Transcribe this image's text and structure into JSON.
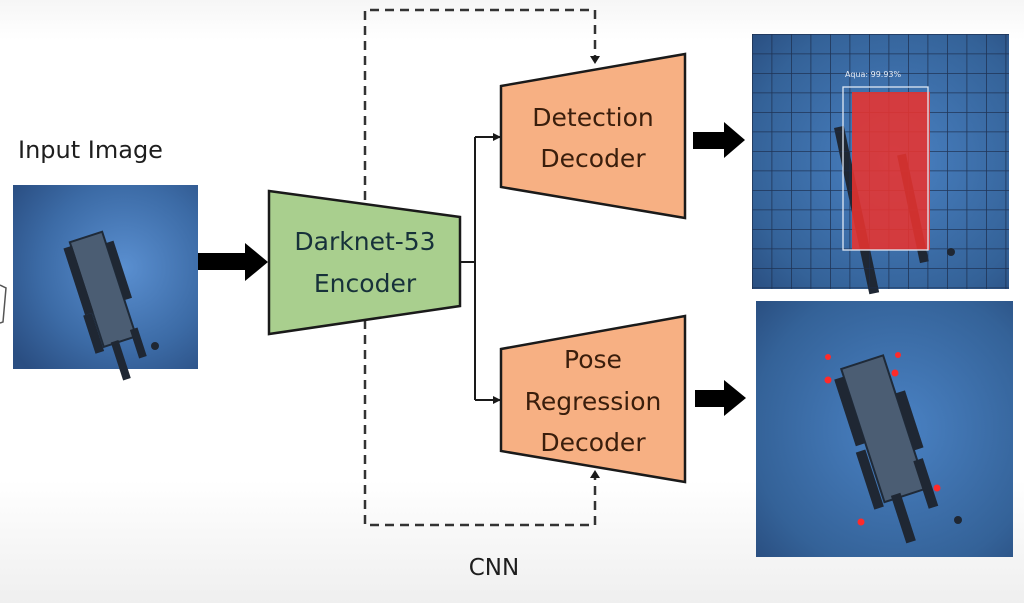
{
  "diagram": {
    "input_label": "Input Image",
    "encoder": {
      "line1": "Darknet-53",
      "line2": "Encoder"
    },
    "detection_decoder": {
      "line1": "Detection",
      "line2": "Decoder"
    },
    "pose_decoder": {
      "line1": "Pose",
      "line2": "Regression",
      "line3": "Decoder"
    },
    "cnn_label": "CNN",
    "detection_output": {
      "confidence_label": "Aqua: 99.93%"
    },
    "pose_output": {
      "keypoints": 6
    }
  },
  "colors": {
    "encoder_fill": "#a9cf8e",
    "decoder_fill": "#f7b083",
    "stroke": "#1a1a1a",
    "photo_blue": "#3f6ea6",
    "detection_box": "#e8332f",
    "keypoint": "#ff2a2a"
  }
}
